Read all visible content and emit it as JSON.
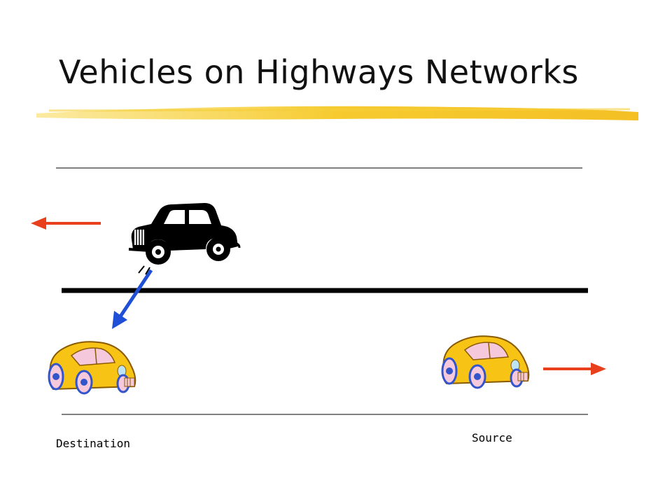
{
  "slide": {
    "title": "Vehicles on Highways Networks"
  },
  "labels": {
    "destination": "Destination",
    "source": "Source"
  },
  "colors": {
    "underline": "#f5c518",
    "direction_arrow": "#e8401c",
    "link_arrow": "#1f4fd6",
    "car_body": "#f7c416",
    "car_window": "#f6c8dc",
    "wheel_accent": "#3355cc",
    "road": "#000000"
  },
  "icons": {
    "old_car": "vintage-black-car-icon",
    "yellow_car": "yellow-beetle-car-icon"
  }
}
